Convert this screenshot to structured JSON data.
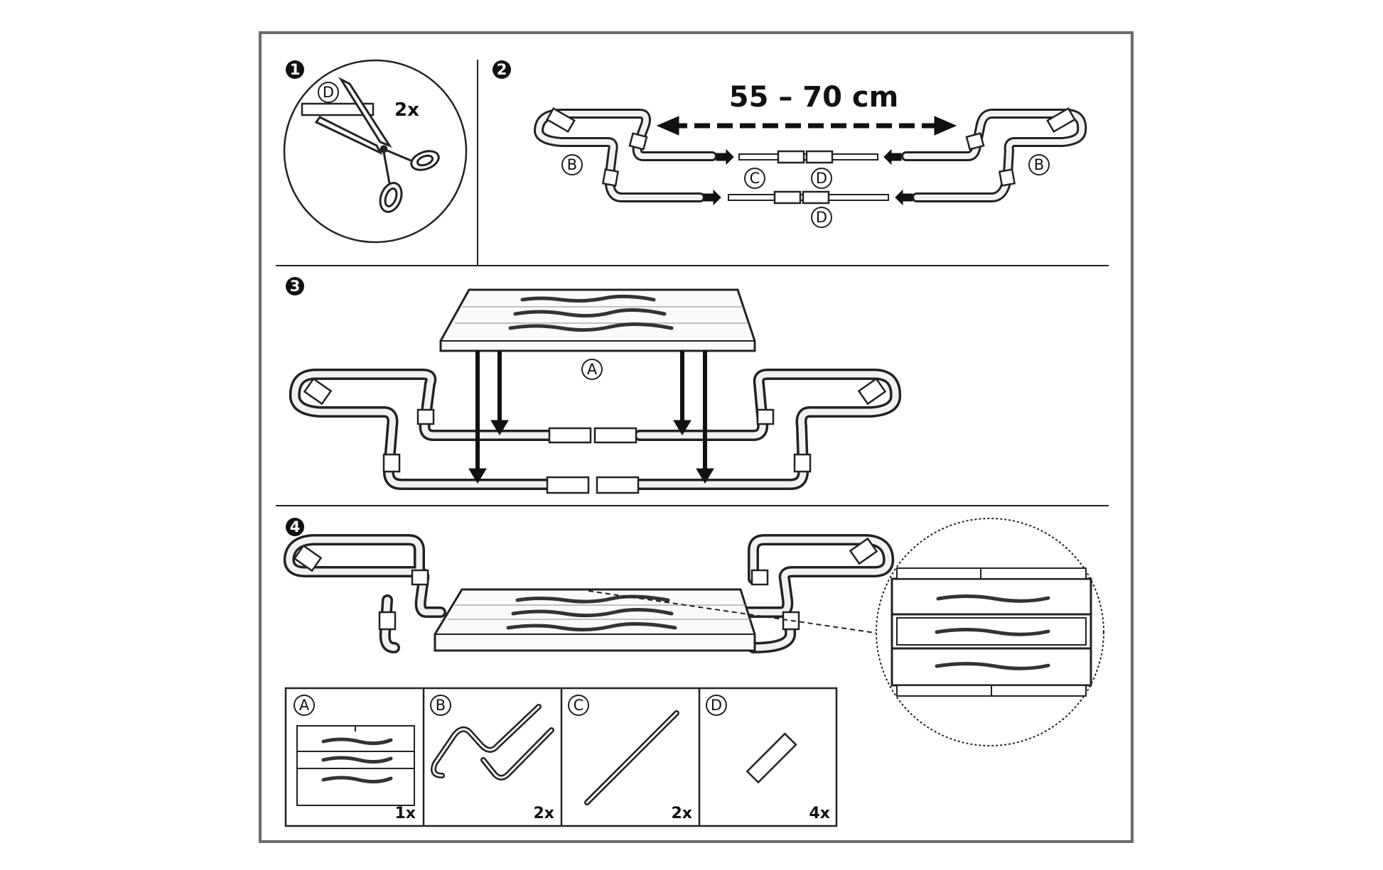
{
  "steps": {
    "step1": {
      "number": "1",
      "label": "D",
      "quantity": "2x"
    },
    "step2": {
      "number": "2",
      "dimension": "55 – 70 cm",
      "label_b_left": "B",
      "label_b_right": "B",
      "label_c": "C",
      "label_d_top": "D",
      "label_d_bottom": "D"
    },
    "step3": {
      "number": "3",
      "label_a": "A"
    },
    "step4": {
      "number": "4"
    }
  },
  "parts": [
    {
      "letter": "A",
      "quantity": "1x",
      "icon": "seat-board-icon"
    },
    {
      "letter": "B",
      "quantity": "2x",
      "icon": "bent-rail-icon"
    },
    {
      "letter": "C",
      "quantity": "2x",
      "icon": "straight-rod-icon"
    },
    {
      "letter": "D",
      "quantity": "4x",
      "icon": "connector-sleeve-icon"
    }
  ],
  "colors": {
    "line": "#222222",
    "frame": "#6b6b6b",
    "paper": "#ffffff"
  }
}
